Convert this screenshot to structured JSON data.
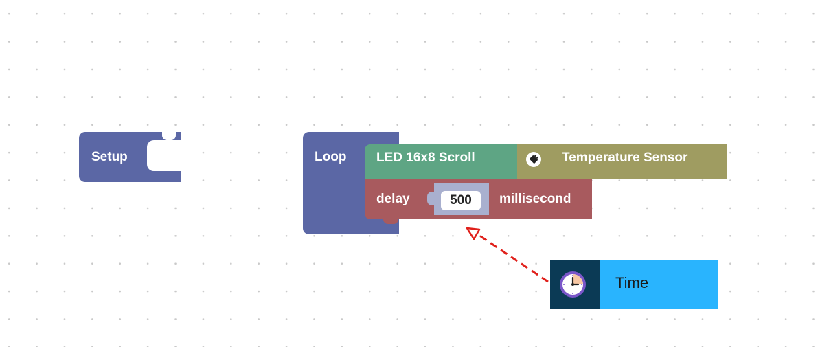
{
  "blocks": {
    "setup": {
      "label": "Setup"
    },
    "loop": {
      "label": "Loop"
    },
    "led_scroll": {
      "label": "LED 16x8 Scroll",
      "color": "#5ea584"
    },
    "temperature_sensor": {
      "label": "Temperature Sensor",
      "icon": "sensor-chip-icon",
      "color": "#9f9c61"
    },
    "delay": {
      "label": "delay",
      "value": "500",
      "unit": "millisecond",
      "color": "#a85a5e"
    }
  },
  "toolbox": {
    "time": {
      "label": "Time",
      "icon": "clock-icon",
      "color": "#29b4fe"
    }
  },
  "colors": {
    "event_block": "#5b67a5",
    "arrow": "#e0201b"
  }
}
